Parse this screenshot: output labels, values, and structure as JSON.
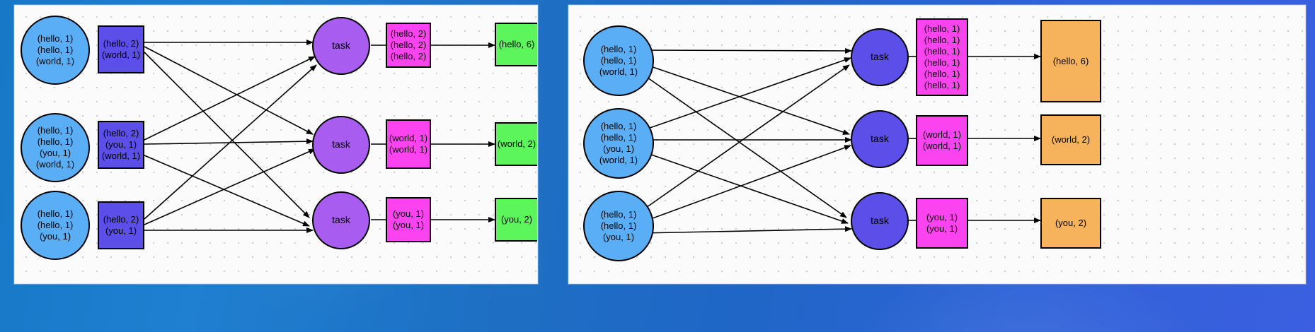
{
  "diagram": {
    "title": "MapReduce word count shuffle diagram",
    "colors": {
      "background_blue": "#1f7fd0",
      "panel_background": "#fbfbfb",
      "input_circle": "#5aaef5",
      "map_box": "#5c4ee8",
      "task_purple": "#a85cf0",
      "task_blue": "#5c4ee8",
      "pink_box": "#fb44f0",
      "green_box": "#5cf55c",
      "orange_box": "#f7b35c",
      "stroke": "#000000"
    }
  },
  "left_panel": {
    "name": "combiner-pipeline",
    "input_circles": [
      {
        "id": "in-1",
        "label": "(hello, 1)\n(hello, 1)\n(world, 1)"
      },
      {
        "id": "in-2",
        "label": "(hello, 1)\n(hello, 1)\n(you, 1)\n(world, 1)"
      },
      {
        "id": "in-3",
        "label": "(hello, 1)\n(hello, 1)\n(you, 1)"
      }
    ],
    "map_boxes": [
      {
        "id": "map-1",
        "label": "(hello, 2)\n(world, 1)"
      },
      {
        "id": "map-2",
        "label": "(hello, 2)\n(you, 1)\n(world, 1)"
      },
      {
        "id": "map-3",
        "label": "(hello, 2)\n(you, 1)"
      }
    ],
    "tasks": [
      {
        "id": "task-1",
        "label": "task"
      },
      {
        "id": "task-2",
        "label": "task"
      },
      {
        "id": "task-3",
        "label": "task"
      }
    ],
    "shuffle_boxes": [
      {
        "id": "sh-1",
        "label": "(hello, 2)\n(hello, 2)\n(hello, 2)"
      },
      {
        "id": "sh-2",
        "label": "(world, 1)\n(world, 1)"
      },
      {
        "id": "sh-3",
        "label": "(you, 1)\n(you, 1)"
      }
    ],
    "result_boxes": [
      {
        "id": "res-1",
        "label": "(hello, 6)"
      },
      {
        "id": "res-2",
        "label": "(world, 2)"
      },
      {
        "id": "res-3",
        "label": "(you, 2)"
      }
    ]
  },
  "right_panel": {
    "name": "no-combiner-pipeline",
    "input_circles": [
      {
        "id": "rin-1",
        "label": "(hello, 1)\n(hello, 1)\n(world, 1)"
      },
      {
        "id": "rin-2",
        "label": "(hello, 1)\n(hello, 1)\n(you, 1)\n(world, 1)"
      },
      {
        "id": "rin-3",
        "label": "(hello, 1)\n(hello, 1)\n(you, 1)"
      }
    ],
    "tasks": [
      {
        "id": "rtask-1",
        "label": "task"
      },
      {
        "id": "rtask-2",
        "label": "task"
      },
      {
        "id": "rtask-3",
        "label": "task"
      }
    ],
    "shuffle_boxes": [
      {
        "id": "rsh-1",
        "label": "(hello, 1)\n(hello, 1)\n(hello, 1)\n(hello, 1)\n(hello, 1)\n(hello, 1)"
      },
      {
        "id": "rsh-2",
        "label": "(world, 1)\n(world, 1)"
      },
      {
        "id": "rsh-3",
        "label": "(you, 1)\n(you, 1)"
      }
    ],
    "result_boxes": [
      {
        "id": "rres-1",
        "label": "(hello, 6)"
      },
      {
        "id": "rres-2",
        "label": "(world, 2)"
      },
      {
        "id": "rres-3",
        "label": "(you, 2)"
      }
    ]
  }
}
